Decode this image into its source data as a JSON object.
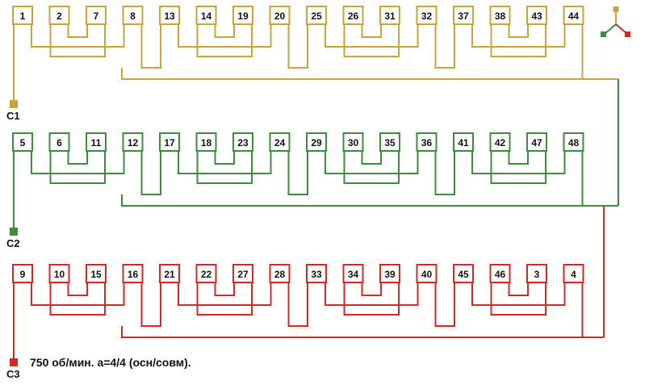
{
  "caption": "750 об/мин. a=4/4 (осн/совм).",
  "colors": {
    "phase1": "#c8a43c",
    "phase2": "#3f8b3f",
    "phase3": "#cf2a24",
    "text": "#111111",
    "box_fill": "#ffffff"
  },
  "phases": [
    {
      "terminal": "C1",
      "color_key": "phase1",
      "coils": [
        "1",
        "2",
        "7",
        "8",
        "13",
        "14",
        "19",
        "20",
        "25",
        "26",
        "31",
        "32",
        "37",
        "38",
        "43",
        "44"
      ]
    },
    {
      "terminal": "C2",
      "color_key": "phase2",
      "coils": [
        "5",
        "6",
        "11",
        "12",
        "17",
        "18",
        "23",
        "24",
        "29",
        "30",
        "35",
        "36",
        "41",
        "42",
        "47",
        "48"
      ]
    },
    {
      "terminal": "C3",
      "color_key": "phase3",
      "coils": [
        "9",
        "10",
        "15",
        "16",
        "21",
        "22",
        "27",
        "28",
        "33",
        "34",
        "39",
        "40",
        "45",
        "46",
        "3",
        "4"
      ]
    }
  ],
  "winding_links": [
    {
      "a": [
        1,
        "R"
      ],
      "b": [
        2,
        "L"
      ],
      "level": 1
    },
    {
      "a": [
        5,
        "R"
      ],
      "b": [
        6,
        "L"
      ],
      "level": 1
    },
    {
      "a": [
        9,
        "R"
      ],
      "b": [
        10,
        "L"
      ],
      "level": 1
    },
    {
      "a": [
        13,
        "R"
      ],
      "b": [
        14,
        "L"
      ],
      "level": 1
    },
    {
      "a": [
        0,
        "R"
      ],
      "b": [
        3,
        "L"
      ],
      "level": 2
    },
    {
      "a": [
        4,
        "R"
      ],
      "b": [
        7,
        "L"
      ],
      "level": 2
    },
    {
      "a": [
        8,
        "R"
      ],
      "b": [
        11,
        "L"
      ],
      "level": 2
    },
    {
      "a": [
        12,
        "R"
      ],
      "b": [
        15,
        "L"
      ],
      "level": 2
    },
    {
      "a": [
        1,
        "L"
      ],
      "b": [
        2,
        "R"
      ],
      "level": 3
    },
    {
      "a": [
        5,
        "L"
      ],
      "b": [
        6,
        "R"
      ],
      "level": 3
    },
    {
      "a": [
        9,
        "L"
      ],
      "b": [
        10,
        "R"
      ],
      "level": 3
    },
    {
      "a": [
        13,
        "L"
      ],
      "b": [
        14,
        "R"
      ],
      "level": 3
    },
    {
      "a": [
        3,
        "R"
      ],
      "b": [
        4,
        "L"
      ],
      "level": 4
    },
    {
      "a": [
        7,
        "R"
      ],
      "b": [
        8,
        "L"
      ],
      "level": 4
    },
    {
      "a": [
        11,
        "R"
      ],
      "b": [
        12,
        "L"
      ],
      "level": 4
    }
  ],
  "star_icon": {
    "branches": [
      "phase1",
      "phase2",
      "phase3"
    ]
  }
}
